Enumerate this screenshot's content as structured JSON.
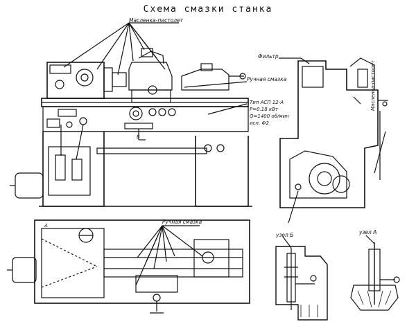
{
  "title": "Схема смазки станка",
  "labels": {
    "oil_can_top": "Масленка-пистолет",
    "oil_can_right": "Масленка-пистолет",
    "manual_lube_top": "Ручная смазка",
    "manual_lube_bottom": "Ручная смазка",
    "filter": "Фильтр",
    "pump_type": "Тип АСП 12-А",
    "pump_p": "P=0.18 кВт",
    "pump_q": "Q=1400 об/мин",
    "pump_exec": "исп. Ф2",
    "node_b": "узел Б",
    "node_a": "узел А",
    "marker_b": "Б",
    "marker_a": "А"
  }
}
